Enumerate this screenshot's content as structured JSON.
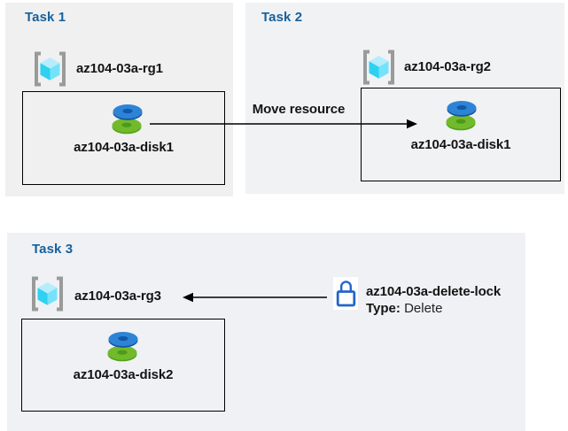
{
  "tasks": [
    {
      "title": "Task 1",
      "resource_group": "az104-03a-rg1",
      "disk": "az104-03a-disk1"
    },
    {
      "title": "Task 2",
      "resource_group": "az104-03a-rg2",
      "disk": "az104-03a-disk1"
    },
    {
      "title": "Task 3",
      "resource_group": "az104-03a-rg3",
      "disk": "az104-03a-disk2"
    }
  ],
  "move_arrow": {
    "label": "Move resource"
  },
  "delete_lock": {
    "name": "az104-03a-delete-lock",
    "type_label": "Type:",
    "type_value": "Delete"
  },
  "icons": {
    "resource_group": "azure-resource-group-icon",
    "disk": "azure-disk-icon",
    "lock": "padlock-icon"
  },
  "colors": {
    "task_title_blue": "#17619c",
    "panel_task1_bg": "#f0f0f0",
    "panel_task2_bg": "#f1f2f4",
    "panel_task3_bg": "#f0f1f4",
    "disk_blue": "#2d84d6",
    "disk_green": "#72ba2c",
    "cube_cyan": "#2ed1f1",
    "lock_blue": "#2266c9",
    "arrow_black": "#000000"
  }
}
